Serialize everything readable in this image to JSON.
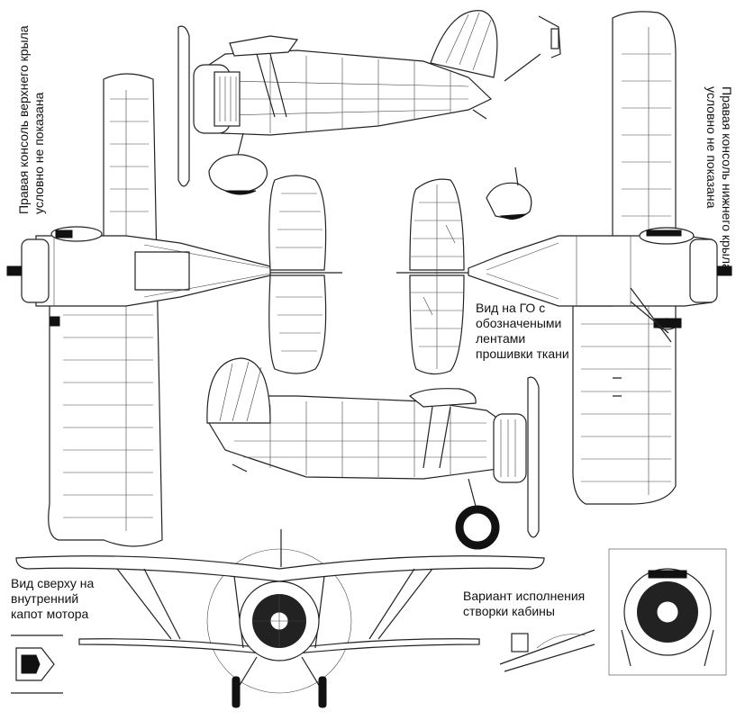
{
  "labels": {
    "top_wing_note": "Правая консоль верхнего крыла\nусловно не показана",
    "bottom_wing_note": "Правая консоль нижнего крыла\nусловно не показана",
    "tailplane_note": "Вид на ГО с\nобозначеными\nлентами\nпрошивки ткани",
    "cowling_note": "Вид сверху на\nвнутренний\nкапот мотора",
    "cockpit_note": "Вариант исполнения\nстворки кабины"
  }
}
